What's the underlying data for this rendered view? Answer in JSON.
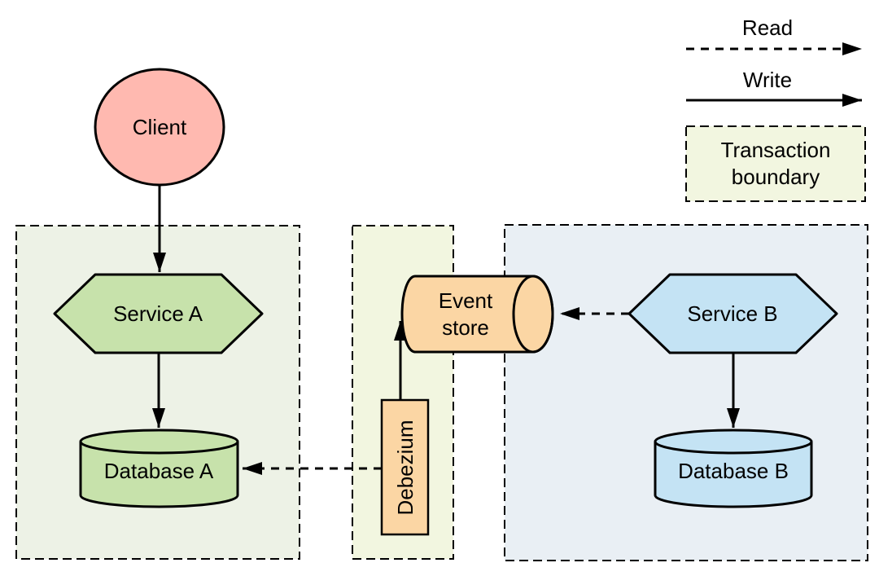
{
  "diagram": {
    "kind": "architecture-diagram",
    "legend": {
      "read_label": "Read",
      "write_label": "Write",
      "boundary_label_lines": [
        "Transaction",
        "boundary"
      ]
    },
    "nodes": {
      "client": {
        "label": "Client",
        "shape": "ellipse"
      },
      "service_a": {
        "label": "Service A",
        "shape": "hexagon"
      },
      "database_a": {
        "label": "Database A",
        "shape": "cylinder"
      },
      "debezium": {
        "label": "Debezium",
        "shape": "rotated-rectangle"
      },
      "event_store": {
        "label_lines": [
          "Event",
          "store"
        ],
        "shape": "horizontal-cylinder"
      },
      "service_b": {
        "label": "Service B",
        "shape": "hexagon"
      },
      "database_b": {
        "label": "Database B",
        "shape": "cylinder"
      }
    },
    "edges": [
      {
        "from": "Client",
        "to": "Service A",
        "type": "write",
        "style": "solid"
      },
      {
        "from": "Service A",
        "to": "Database A",
        "type": "write",
        "style": "solid"
      },
      {
        "from": "Debezium",
        "to": "Database A",
        "type": "read",
        "style": "dashed"
      },
      {
        "from": "Debezium",
        "to": "Event store",
        "type": "write",
        "style": "solid"
      },
      {
        "from": "Service B",
        "to": "Event store",
        "type": "read",
        "style": "dashed"
      },
      {
        "from": "Service B",
        "to": "Database B",
        "type": "write",
        "style": "solid"
      }
    ],
    "boundaries": [
      {
        "name": "transaction-boundary-a",
        "contains": [
          "Service A",
          "Database A"
        ]
      },
      {
        "name": "transaction-boundary-debezium",
        "contains": [
          "Debezium"
        ]
      },
      {
        "name": "transaction-boundary-b",
        "contains": [
          "Service B",
          "Database B"
        ]
      }
    ],
    "colors": {
      "client_fill": "#ffb9b0",
      "green_fill": "#c7e2ab",
      "orange_fill": "#fbd6a4",
      "blue_fill": "#c4e3f4",
      "boundary_a_fill": "#edf2e6",
      "boundary_debezium_fill": "#f2f6e0",
      "boundary_b_fill": "#e9eff4",
      "legend_box_fill": "#f2f6e0",
      "stroke": "#000000",
      "background": "#ffffff"
    }
  }
}
